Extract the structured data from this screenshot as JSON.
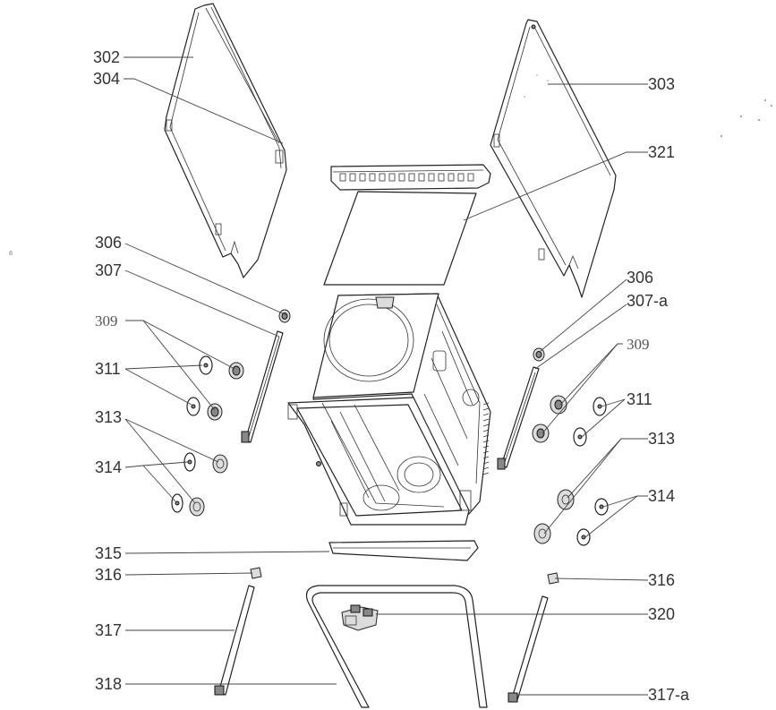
{
  "labels": {
    "l302": "302",
    "l303": "303",
    "l304": "304",
    "l321": "321",
    "l306_left": "306",
    "l307": "307",
    "l309_left": "309",
    "l311_left": "311",
    "l313_left": "313",
    "l314_left": "314",
    "l306_right": "306",
    "l307a": "307-a",
    "l309_right": "309",
    "l311_right": "311",
    "l313_right": "313",
    "l314_right": "314",
    "l315": "315",
    "l316_left": "316",
    "l316_right": "316",
    "l317": "317",
    "l318": "318",
    "l320": "320",
    "l317a": "317-a",
    "stray_mark": "8"
  }
}
